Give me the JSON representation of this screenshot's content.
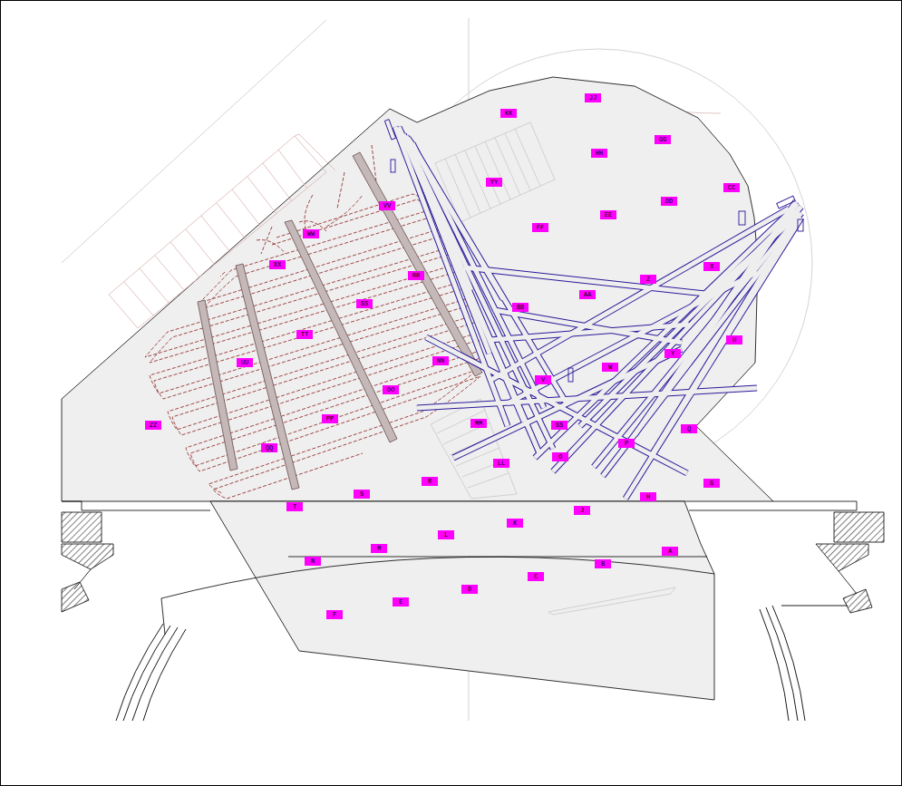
{
  "diagram": {
    "nodes": [
      {
        "text": [
          "JJ"
        ]
      },
      {
        "text": [
          "KK"
        ]
      },
      {
        "text": [
          "GG"
        ]
      },
      {
        "text": [
          "HH"
        ]
      },
      {
        "text": [
          "YY"
        ]
      },
      {
        "text": [
          "CC"
        ]
      },
      {
        "text": [
          "DD"
        ]
      },
      {
        "text": [
          "VV"
        ]
      },
      {
        "text": [
          "EE"
        ]
      },
      {
        "text": [
          "FF"
        ]
      },
      {
        "text": [
          "WW"
        ]
      },
      {
        "text": [
          "XX"
        ]
      },
      {
        "text": [
          "X"
        ]
      },
      {
        "text": [
          "RR"
        ]
      },
      {
        "text": [
          "Z"
        ]
      },
      {
        "text": [
          "AA"
        ]
      },
      {
        "text": [
          "SS"
        ]
      },
      {
        "text": [
          "BB"
        ]
      },
      {
        "text": [
          "TT"
        ]
      },
      {
        "text": [
          "U"
        ]
      },
      {
        "text": [
          "Y"
        ]
      },
      {
        "text": [
          "NN"
        ]
      },
      {
        "text": [
          "UU"
        ]
      },
      {
        "text": [
          "W"
        ]
      },
      {
        "text": [
          "V"
        ]
      },
      {
        "text": [
          "OO"
        ]
      },
      {
        "text": [
          "PP"
        ]
      },
      {
        "text": [
          "MM"
        ]
      },
      {
        "text": [
          "ZZ"
        ]
      },
      {
        "text": [
          "SS"
        ]
      },
      {
        "text": [
          "Q"
        ]
      },
      {
        "text": [
          "P"
        ]
      },
      {
        "text": [
          "QQ"
        ]
      },
      {
        "text": [
          "O"
        ]
      },
      {
        "text": [
          "LL"
        ]
      },
      {
        "text": [
          "R"
        ]
      },
      {
        "text": [
          "G"
        ]
      },
      {
        "text": [
          "S"
        ]
      },
      {
        "text": [
          "H"
        ]
      },
      {
        "text": [
          "T"
        ]
      },
      {
        "text": [
          "J"
        ]
      },
      {
        "text": [
          "K"
        ]
      },
      {
        "text": [
          "L"
        ]
      },
      {
        "text": [
          "M"
        ]
      },
      {
        "text": [
          "A"
        ]
      },
      {
        "text": [
          "N"
        ]
      },
      {
        "text": [
          "B"
        ]
      },
      {
        "text": [
          "C"
        ]
      },
      {
        "text": [
          "D"
        ]
      },
      {
        "text": [
          "E"
        ]
      },
      {
        "text": [
          "F"
        ]
      }
    ]
  }
}
